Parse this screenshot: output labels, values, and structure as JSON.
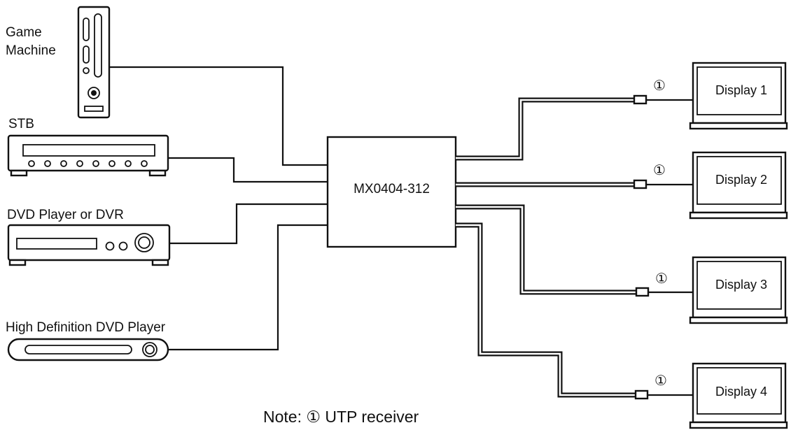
{
  "sources": {
    "game_machine": "Game\nMachine",
    "stb": "STB",
    "dvd": "DVD Player or DVR",
    "hd_dvd": "High Definition DVD Player"
  },
  "matrix_label": "MX0404-312",
  "receiver_mark": "①",
  "displays": [
    "Display 1",
    "Display 2",
    "Display 3",
    "Display 4"
  ],
  "note": "Note: ① UTP receiver"
}
